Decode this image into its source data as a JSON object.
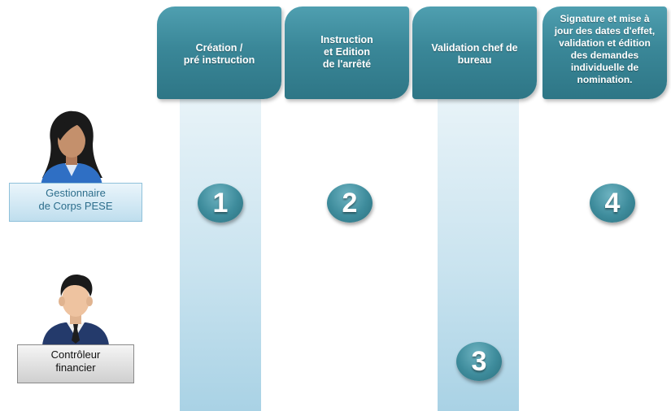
{
  "columns": [
    {
      "label": "Création /\npré instruction"
    },
    {
      "label": "Instruction\net Edition\nde l'arrêté"
    },
    {
      "label": "Validation chef de\nbureau"
    },
    {
      "label": "Signature et mise à\njour des dates d'effet,\nvalidation et édition\ndes demandes\nindividuelle de\nnomination."
    }
  ],
  "steps": [
    "1",
    "2",
    "3",
    "4"
  ],
  "roles": [
    {
      "label": "Gestionnaire\nde Corps PESE",
      "avatar_icon": "female-user-icon"
    },
    {
      "label": "Contrôleur\nfinancier",
      "avatar_icon": "male-user-icon"
    }
  ],
  "colors": {
    "header_teal": "#3a8798",
    "lane_blue": "#c9e3ef",
    "step_teal": "#3e8c9c",
    "gestionnaire_text": "#2d6e8c"
  }
}
